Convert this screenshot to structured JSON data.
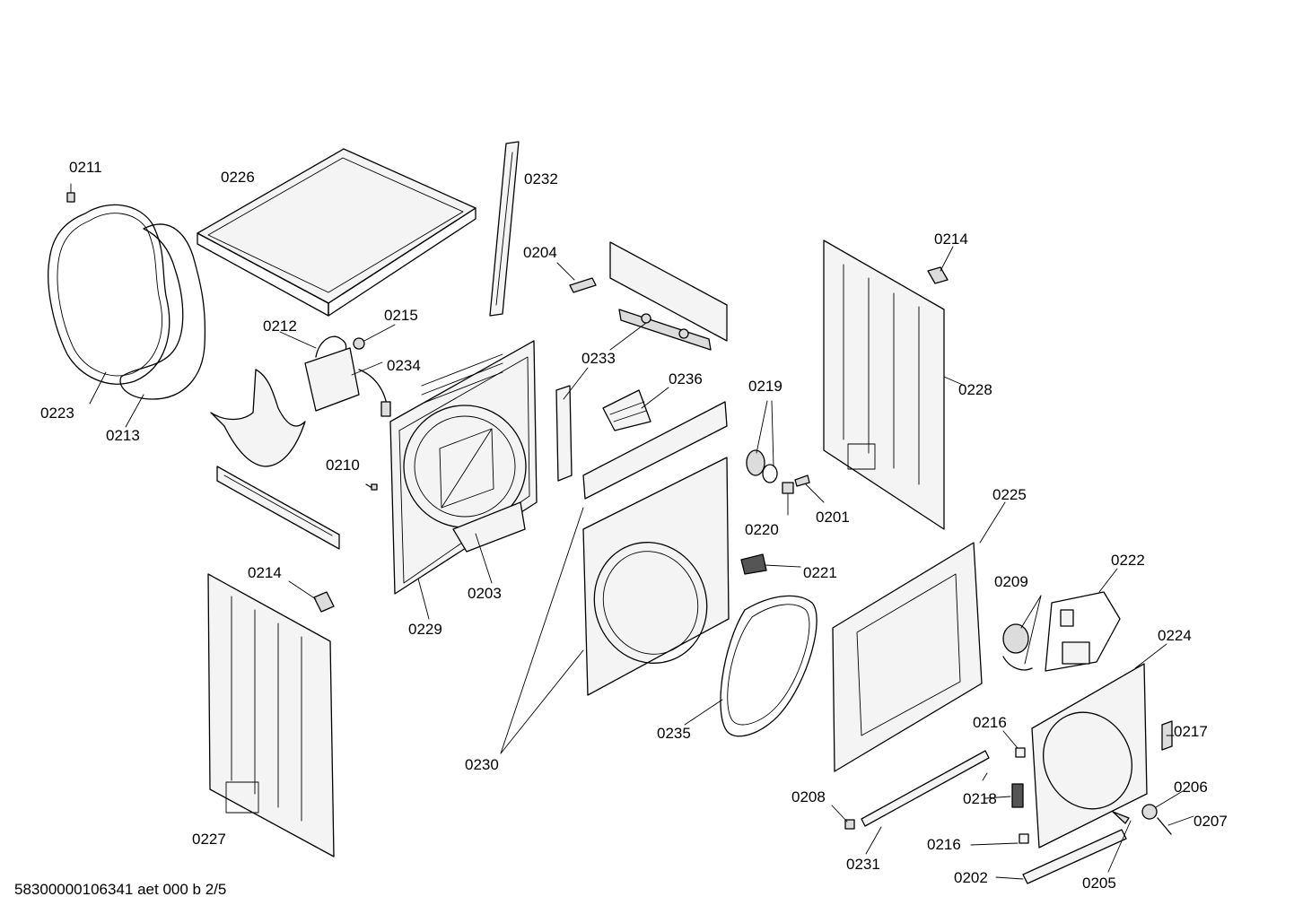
{
  "document": {
    "reference": "58300000106341 aet 000 b 2/5"
  },
  "callouts": [
    "0211",
    "0226",
    "0232",
    "0204",
    "0214",
    "0212",
    "0215",
    "0234",
    "0233",
    "0236",
    "0219",
    "0228",
    "0223",
    "0213",
    "0210",
    "0220",
    "0201",
    "0225",
    "0203",
    "0221",
    "0222",
    "0214",
    "0209",
    "0229",
    "0224",
    "0235",
    "0216",
    "0217",
    "0230",
    "0218",
    "0206",
    "0208",
    "0207",
    "0227",
    "0216",
    "0231",
    "0202",
    "0205"
  ]
}
